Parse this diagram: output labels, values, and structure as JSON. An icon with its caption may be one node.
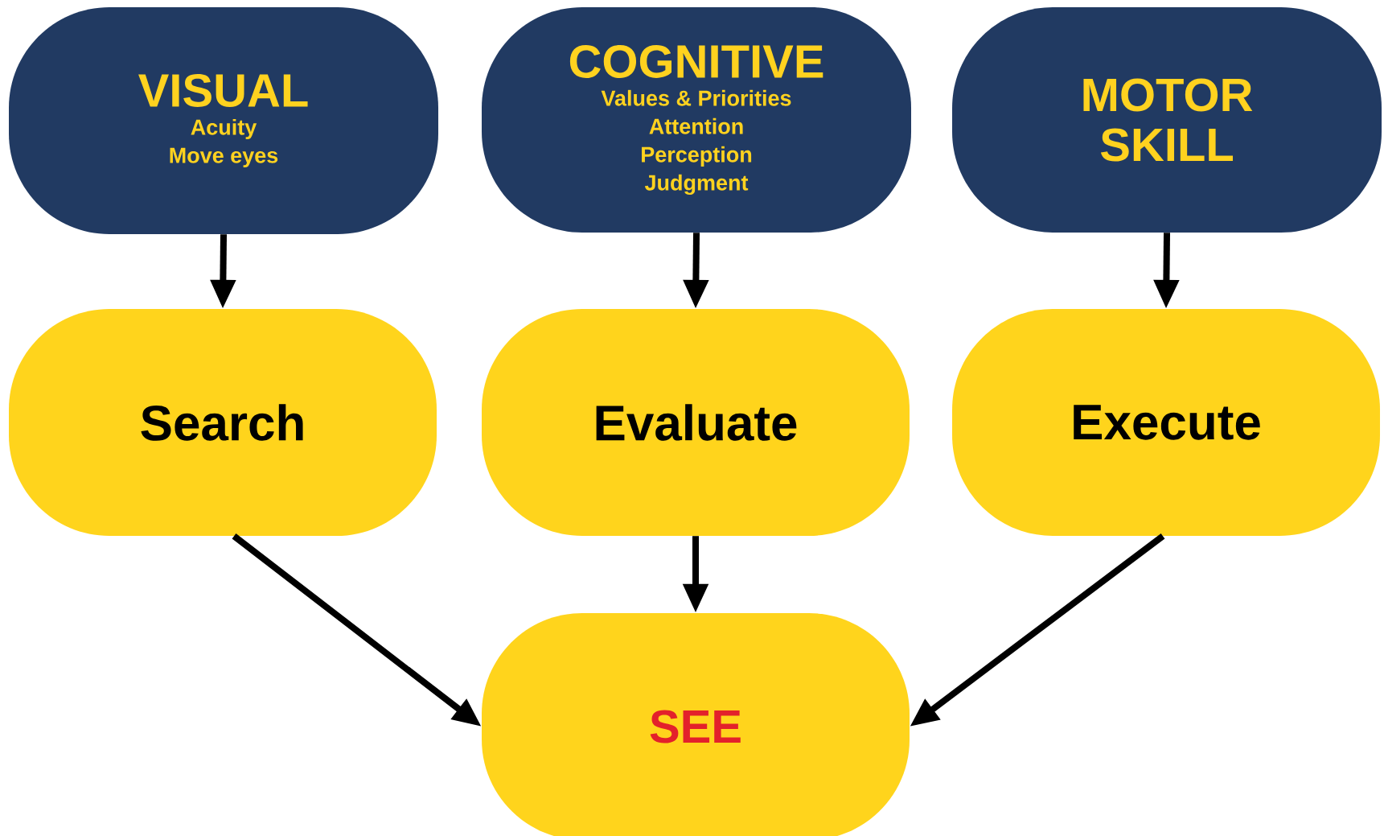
{
  "diagram": {
    "nodes": [
      {
        "text": [
          "VISUAL",
          "Acuity",
          "Move eyes"
        ]
      },
      {
        "text": [
          "COGNITIVE",
          "Values & Priorities",
          "Attention",
          "Perception",
          "Judgment"
        ]
      },
      {
        "text": [
          "MOTOR SKILL"
        ]
      },
      {
        "text": [
          "Search"
        ]
      },
      {
        "text": [
          "Evaluate"
        ]
      },
      {
        "text": [
          "Execute"
        ]
      },
      {
        "text": [
          "SEE"
        ]
      }
    ],
    "edges": [
      {
        "from": 0,
        "to": 3,
        "arrow": "to"
      },
      {
        "from": 1,
        "to": 4,
        "arrow": "to"
      },
      {
        "from": 2,
        "to": 5,
        "arrow": "to"
      },
      {
        "from": 3,
        "to": 6,
        "arrow": "to"
      },
      {
        "from": 4,
        "to": 6,
        "arrow": "to"
      },
      {
        "from": 5,
        "to": 6,
        "arrow": "to"
      }
    ]
  }
}
